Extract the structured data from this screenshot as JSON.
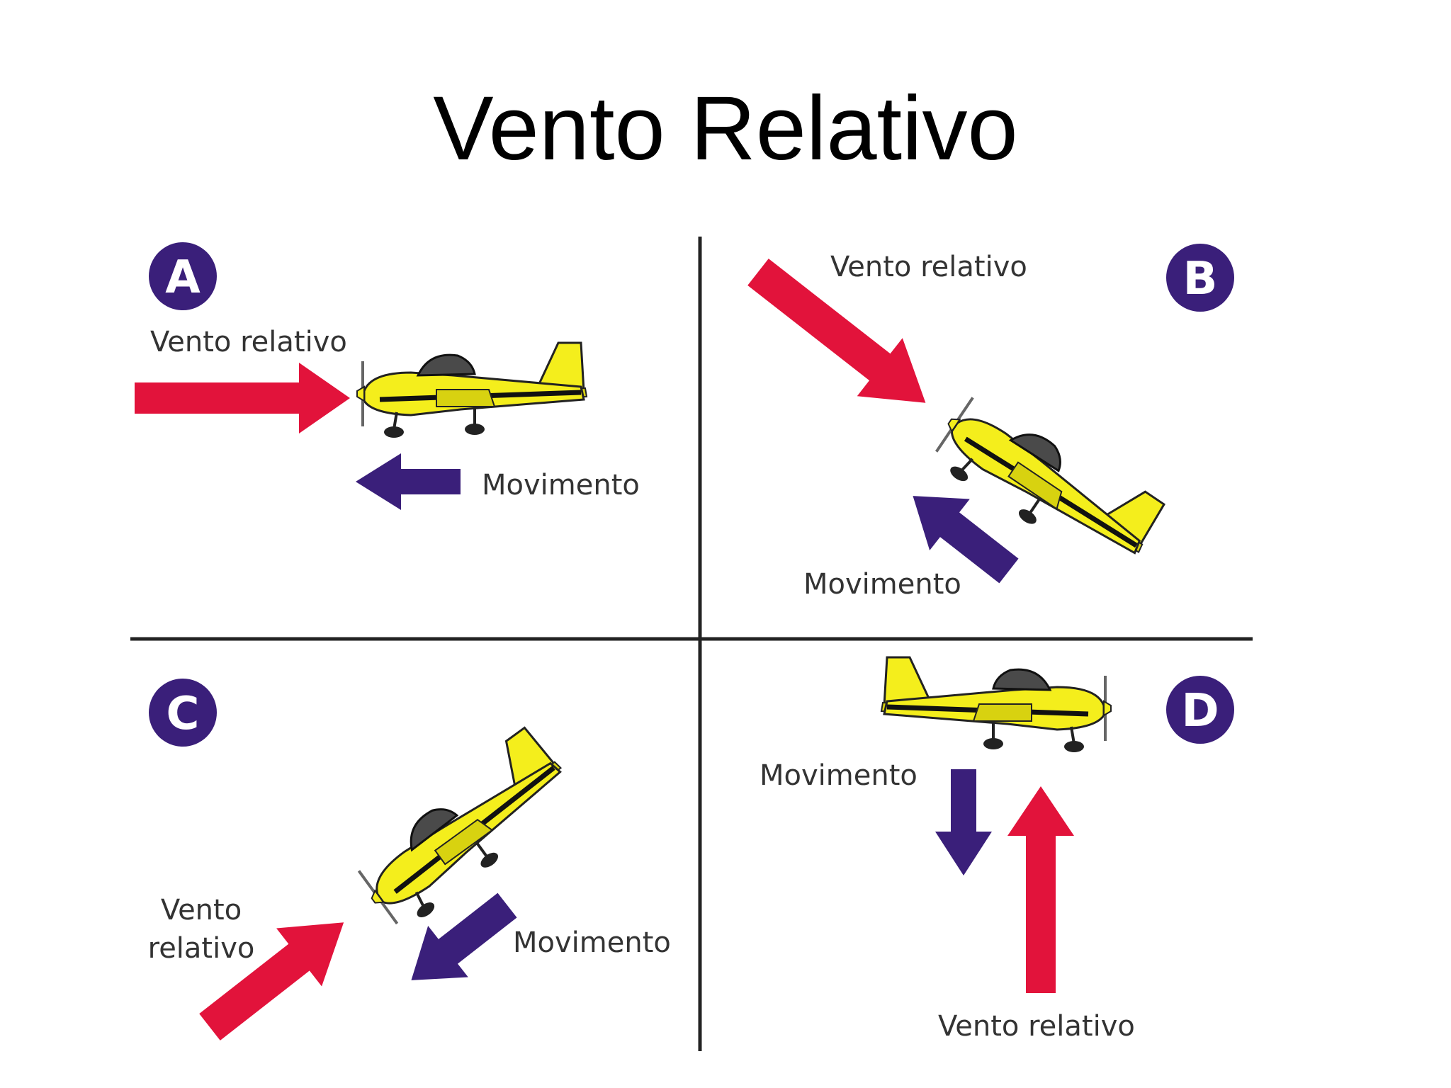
{
  "title": "Vento Relativo",
  "colors": {
    "wind_arrow": "#e2133b",
    "movement_arrow": "#3a1f7a",
    "badge": "#3a1f7a",
    "aircraft": "#f4ee1c",
    "divider": "#222222"
  },
  "panels": {
    "a": {
      "badge": "A",
      "wind_label": "Vento relativo",
      "movement_label": "Movimento"
    },
    "b": {
      "badge": "B",
      "wind_label": "Vento relativo",
      "movement_label": "Movimento"
    },
    "c": {
      "badge": "C",
      "wind_label_line1": "Vento",
      "wind_label_line2": "relativo",
      "movement_label": "Movimento"
    },
    "d": {
      "badge": "D",
      "wind_label": "Vento relativo",
      "movement_label": "Movimento"
    }
  }
}
